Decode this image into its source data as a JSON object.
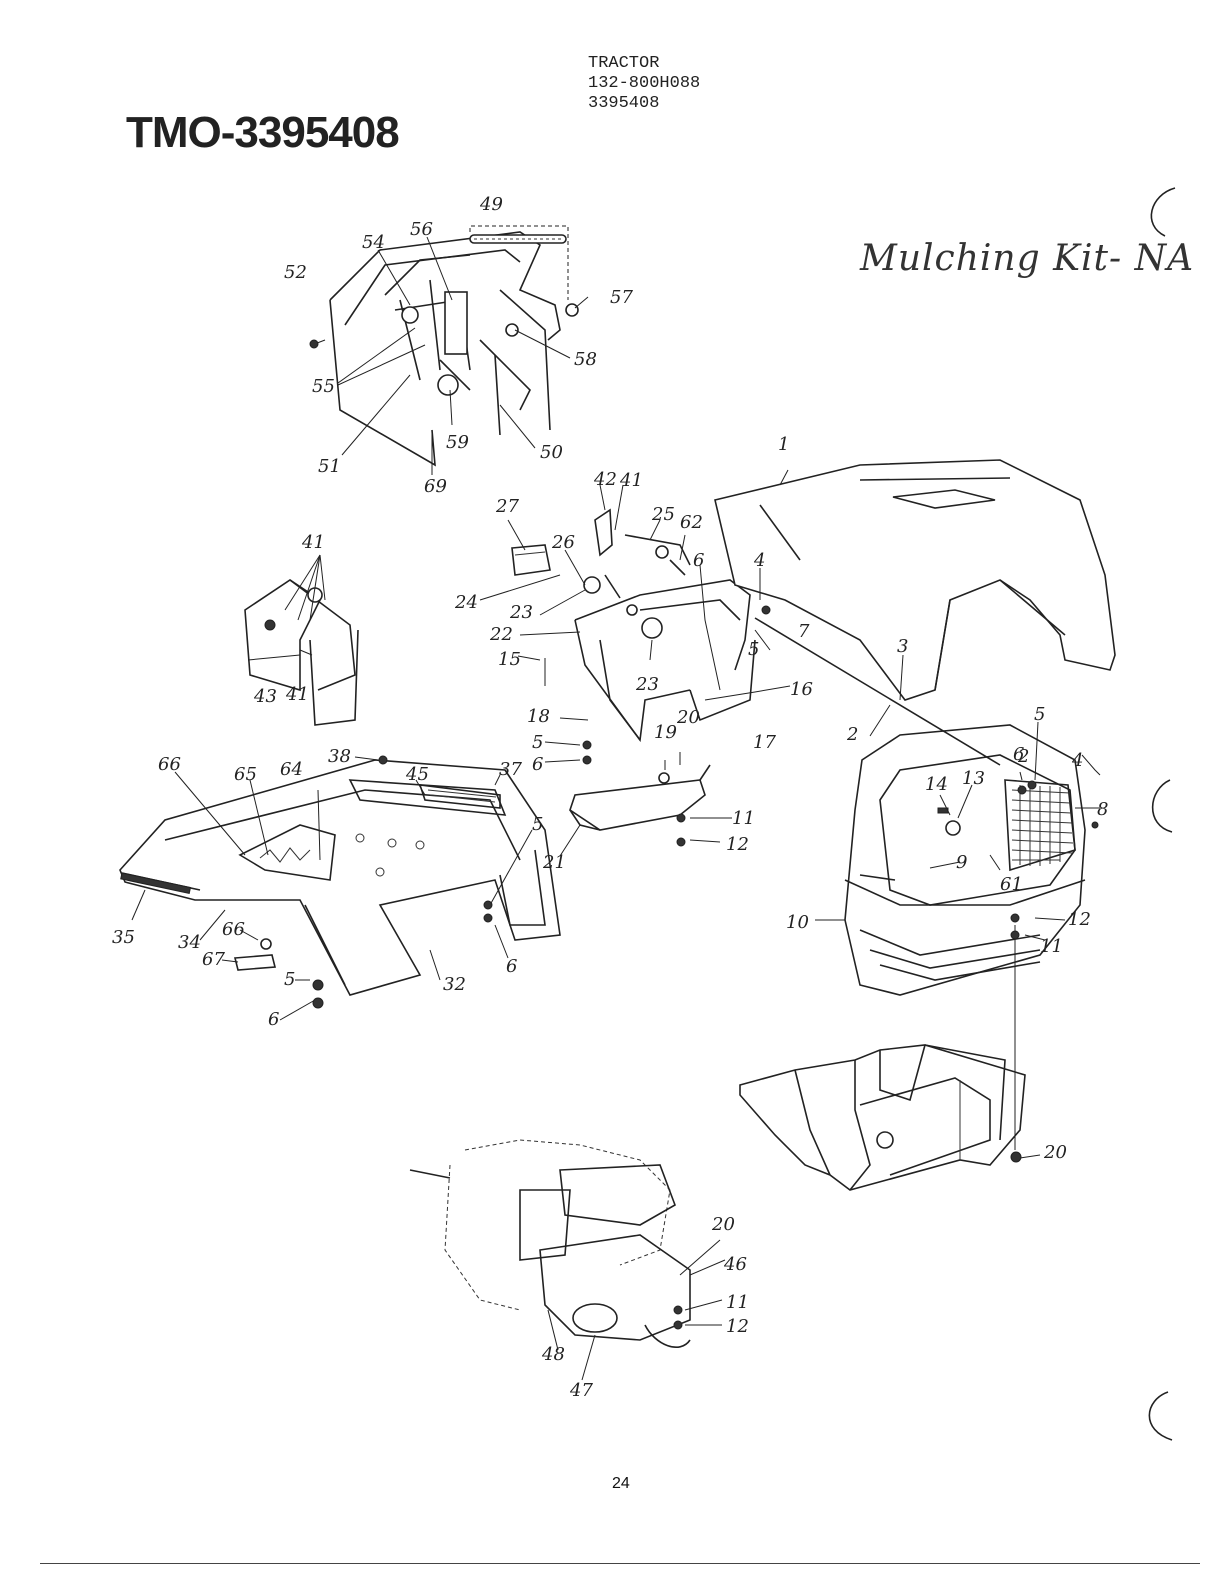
{
  "diagram_id": "TMO-3395408",
  "header_lines": [
    "TRACTOR",
    "132-800H088",
    "3395408"
  ],
  "handwritten_note": "Mulching Kit- NA",
  "page_number": "24",
  "callouts": [
    "1",
    "2",
    "3",
    "4",
    "5",
    "6",
    "7",
    "8",
    "9",
    "10",
    "11",
    "12",
    "13",
    "14",
    "15",
    "16",
    "17",
    "18",
    "19",
    "20",
    "21",
    "22",
    "23",
    "24",
    "25",
    "26",
    "27",
    "32",
    "34",
    "35",
    "37",
    "38",
    "41",
    "42",
    "43",
    "45",
    "46",
    "47",
    "48",
    "49",
    "50",
    "51",
    "52",
    "54",
    "55",
    "56",
    "57",
    "58",
    "59",
    "61",
    "62",
    "64",
    "65",
    "66",
    "67",
    "69"
  ]
}
